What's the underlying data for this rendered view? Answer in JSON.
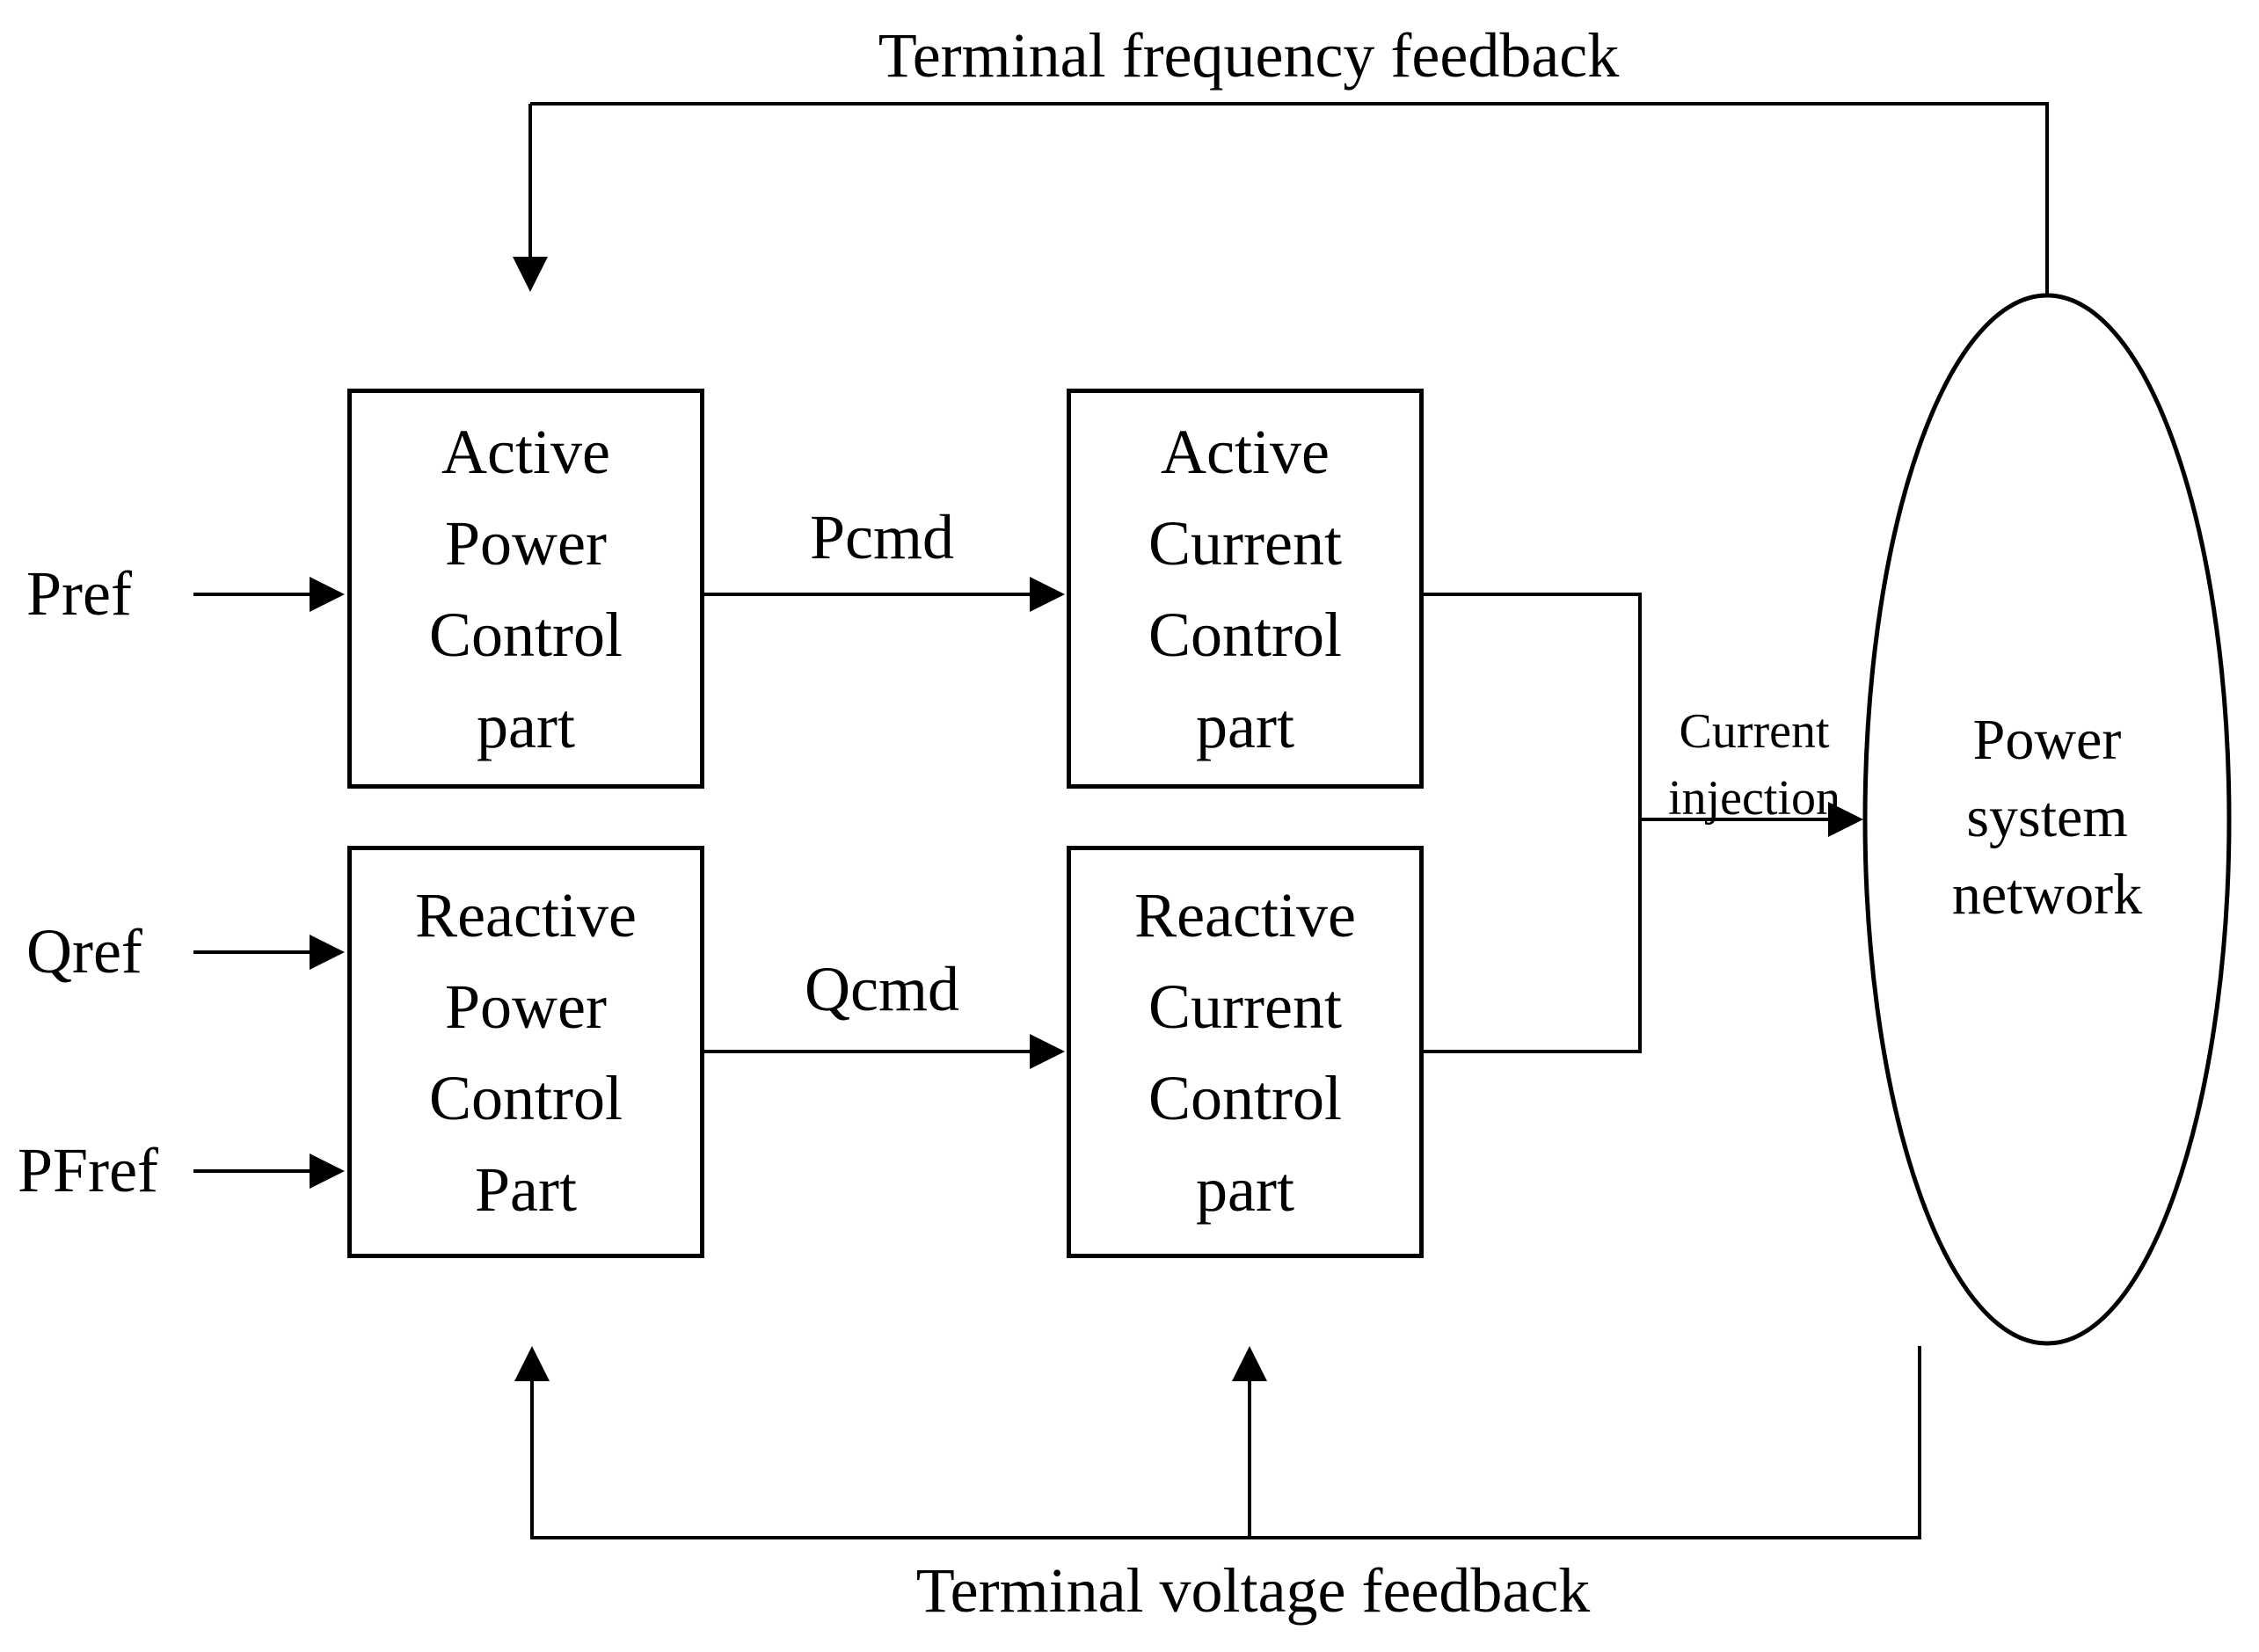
{
  "figure": {
    "type": "block-diagram",
    "ink": "#000000",
    "background": "#ffffff"
  },
  "feedback": {
    "top_label": "Terminal frequency feedback",
    "bottom_label": "Terminal voltage feedback"
  },
  "inputs": [
    {
      "label": "Pref"
    },
    {
      "label": "Qref"
    },
    {
      "label": "PFref"
    }
  ],
  "boxes": [
    {
      "lines": [
        "Active",
        "Power",
        "Control",
        "part"
      ]
    },
    {
      "lines": [
        "Active",
        "Current",
        "Control",
        "part"
      ]
    },
    {
      "lines": [
        "Reactive",
        "Power",
        "Control",
        "Part"
      ]
    },
    {
      "lines": [
        "Reactive",
        "Current",
        "Control",
        "part"
      ]
    }
  ],
  "signals": {
    "pcmd_label": "Pcmd",
    "qcmd_label": "Qcmd",
    "current_injection_lines": [
      "Current",
      "injection"
    ]
  },
  "network": {
    "lines": [
      "Power",
      "system",
      "network"
    ]
  }
}
